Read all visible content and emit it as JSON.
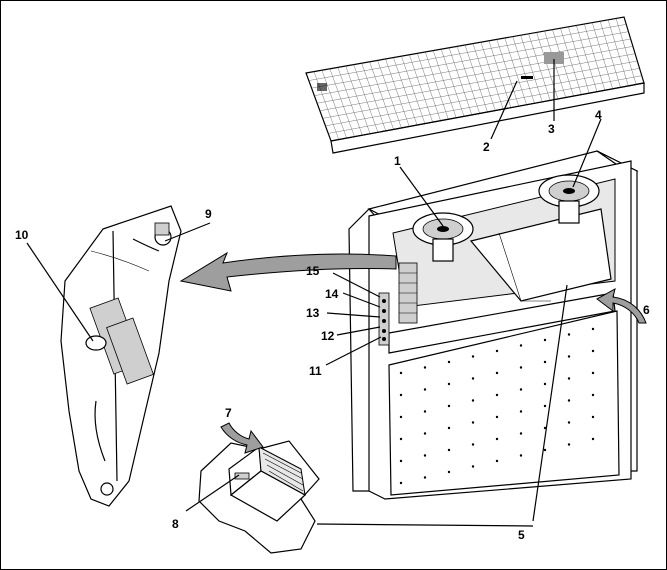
{
  "figure": {
    "callouts": [
      {
        "id": "1",
        "label": "1"
      },
      {
        "id": "2",
        "label": "2"
      },
      {
        "id": "3",
        "label": "3"
      },
      {
        "id": "4",
        "label": "4"
      },
      {
        "id": "5",
        "label": "5"
      },
      {
        "id": "6",
        "label": "6"
      },
      {
        "id": "7",
        "label": "7"
      },
      {
        "id": "8",
        "label": "8"
      },
      {
        "id": "9",
        "label": "9"
      },
      {
        "id": "10",
        "label": "10"
      },
      {
        "id": "11",
        "label": "11"
      },
      {
        "id": "12",
        "label": "12"
      },
      {
        "id": "13",
        "label": "13"
      },
      {
        "id": "14",
        "label": "14"
      },
      {
        "id": "15",
        "label": "15"
      }
    ]
  }
}
